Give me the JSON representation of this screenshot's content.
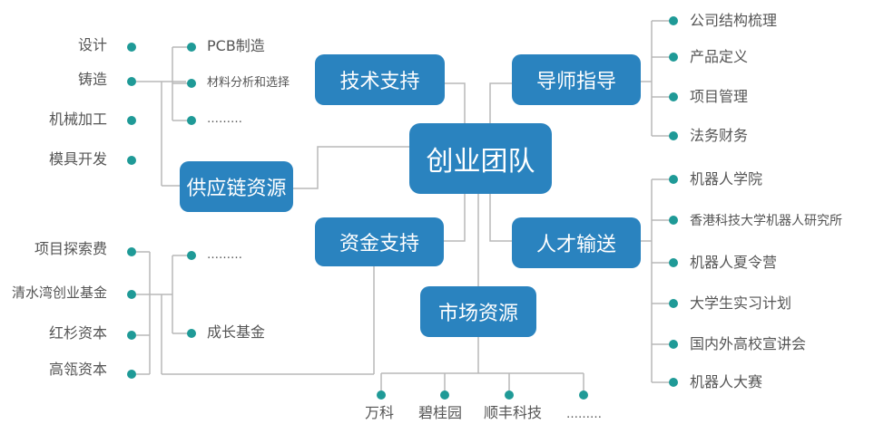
{
  "center": "创业团队",
  "boxes": {
    "tech": "技术支持",
    "mentor": "导师指导",
    "supply": "供应链资源",
    "fund": "资金支持",
    "talent": "人才输送",
    "market": "市场资源"
  },
  "manufacturing": [
    "设计",
    "铸造",
    "机械加工",
    "模具开发"
  ],
  "tech_items": [
    "PCB制造",
    "材料分析和选择",
    "………"
  ],
  "mentor_items": [
    "公司结构梳理",
    "产品定义",
    "项目管理",
    "法务财务"
  ],
  "talent_items": [
    "机器人学院",
    "香港科技大学机器人研究所",
    "机器人夏令营",
    "大学生实习计划",
    "国内外高校宣讲会",
    "机器人大赛"
  ],
  "investors": [
    "项目探索费",
    "清水湾创业基金",
    "红杉资本",
    "高瓴资本"
  ],
  "fund_items": [
    "………",
    "成长基金"
  ],
  "market_items": [
    "万科",
    "碧桂园",
    "顺丰科技",
    "………"
  ],
  "colors": {
    "box": "#2a83bf",
    "dot": "#1f9a97",
    "line": "#b8b8b8",
    "text": "#555555"
  }
}
